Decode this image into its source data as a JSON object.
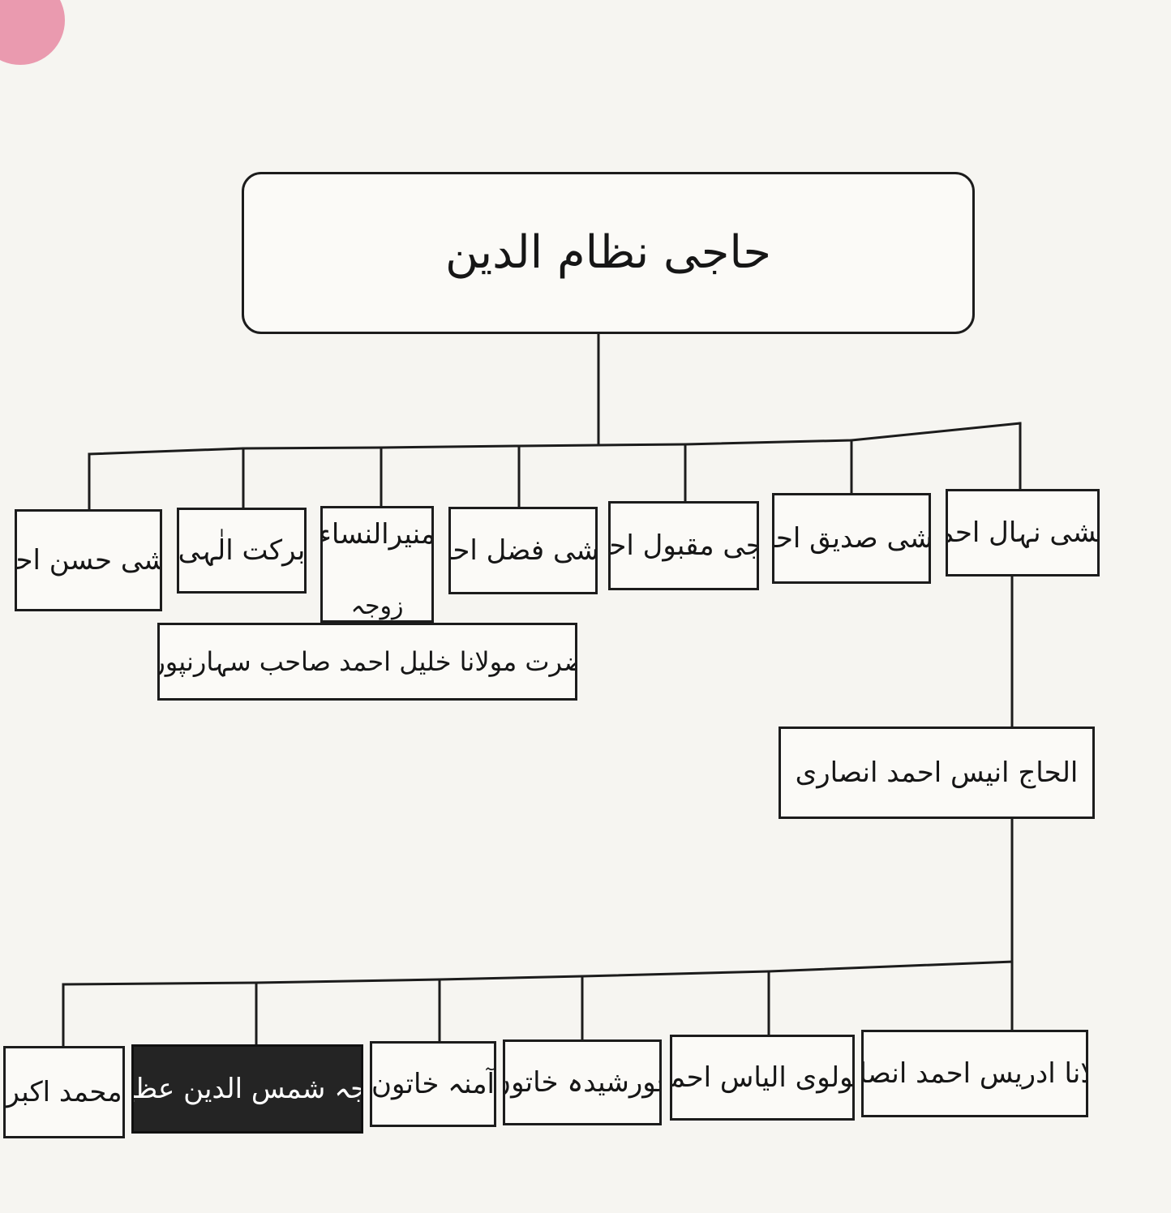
{
  "colors": {
    "ink": "#1c1c1c",
    "paper": "#f6f5f1",
    "highlight_fill": "#242424",
    "highlight_text": "#ffffff",
    "corner_tint": "#e88aa3"
  },
  "root": {
    "label": "حاجی نظام الدین"
  },
  "generation_one": [
    "منشی نہال احمد",
    "منشی صدیق احمد",
    "حاجی مقبول احمد",
    "منشی فضل احمد",
    "منیرالنساء",
    "برکت الٰہی",
    "منشی حسن احمد"
  ],
  "spouse": {
    "relation_label": "زوجہ",
    "name": "حضرت مولانا خلیل احمد صاحب سہارنپوری"
  },
  "generation_two": {
    "label": "الحاج انیس احمد انصاری"
  },
  "generation_three": [
    "مولانا ادریس احمد انصاری",
    "مولوی الیاس احمد",
    "خورشیدہ خاتون",
    "آمنہ خاتون",
    "خواجہ شمس الدین عظیمی",
    "محمد اکبر"
  ],
  "highlighted_person": "خواجہ شمس الدین عظیمی"
}
